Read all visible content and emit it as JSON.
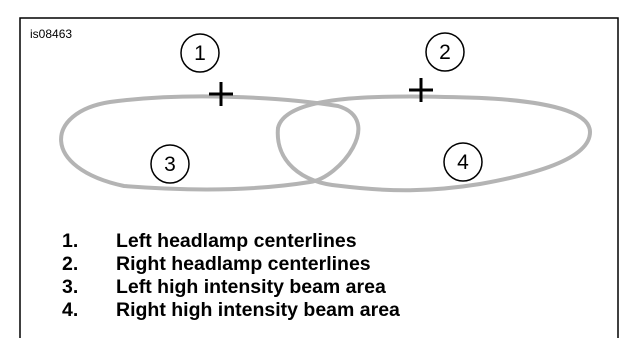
{
  "figure": {
    "id": "is08463"
  },
  "callouts": [
    "1",
    "2",
    "3",
    "4"
  ],
  "legend": [
    {
      "number": "1.",
      "text": "Left headlamp centerlines"
    },
    {
      "number": "2.",
      "text": "Right headlamp centerlines"
    },
    {
      "number": "3.",
      "text": "Left high intensity beam area"
    },
    {
      "number": "4.",
      "text": "Right high intensity beam area"
    }
  ],
  "colors": {
    "outline": "#000000",
    "beam_area": "#b4b4b4",
    "marker": "#000000"
  }
}
